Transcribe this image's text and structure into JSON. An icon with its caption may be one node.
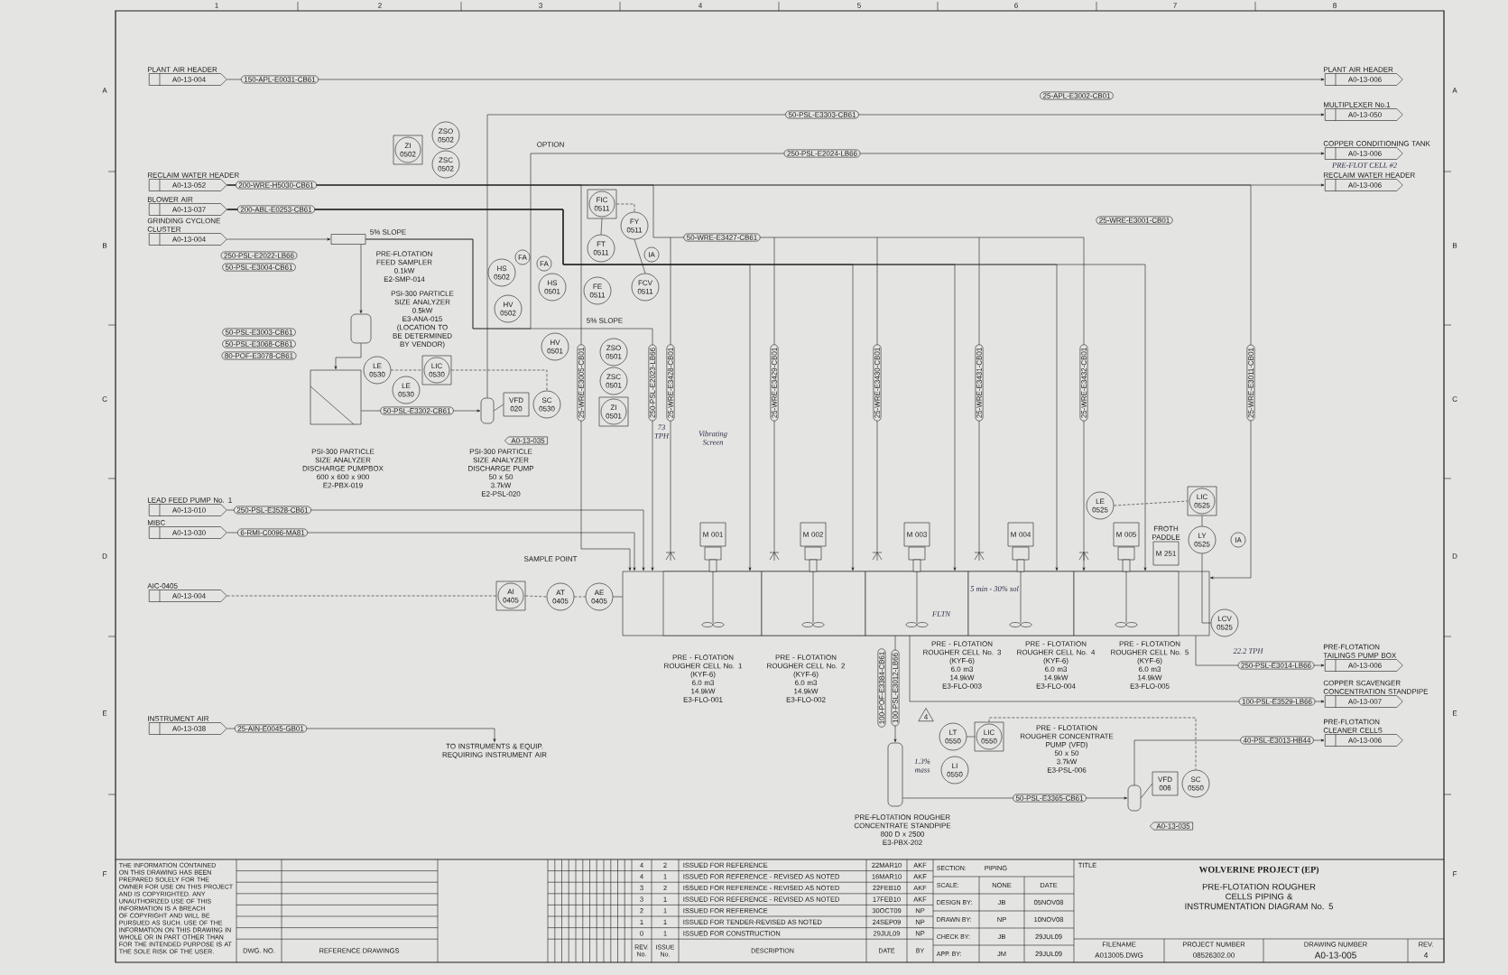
{
  "diagram": {
    "title": "WOLVERINE PROJECT (EP)",
    "nodes": [
      {
        "text": [
          "PLANT AIR HEADER",
          "A0-13-004"
        ]
      },
      {
        "text": [
          "RECLAIM WATER HEADER",
          "A0-13-052"
        ]
      },
      {
        "text": [
          "BLOWER AIR",
          "A0-13-037"
        ]
      },
      {
        "text": [
          "GRINDING CYCLONE CLUSTER",
          "A0-13-004"
        ]
      },
      {
        "text": [
          "LEAD FEED PUMP No. 1",
          "A0-13-010"
        ]
      },
      {
        "text": [
          "MIBC",
          "A0-13-030"
        ]
      },
      {
        "text": [
          "AIC-0405",
          "A0-13-004"
        ]
      },
      {
        "text": [
          "INSTRUMENT AIR",
          "A0-13-038"
        ]
      },
      {
        "text": [
          "PLANT AIR HEADER",
          "A0-13-006"
        ]
      },
      {
        "text": [
          "MULTIPLEXER No.1",
          "A0-13-050"
        ]
      },
      {
        "text": [
          "COPPER CONDITIONING TANK",
          "A0-13-006"
        ]
      },
      {
        "text": [
          "RECLAIM WATER HEADER",
          "A0-13-006"
        ]
      },
      {
        "text": [
          "PRE-FLOTATION TAILINGS PUMP BOX",
          "A0-13-006"
        ]
      },
      {
        "text": [
          "COPPER SCAVENGER CONCENTRATION STANDPIPE",
          "A0-13-007"
        ]
      },
      {
        "text": [
          "PRE-FLOTATION CLEANER CELLS",
          "A0-13-006"
        ]
      },
      {
        "text": [],
        "shape": "box",
        "beside": [
          "PRE-FLOTATION FEED SAMPLER",
          "0.1kW",
          "E2-SMP-014"
        ]
      },
      {
        "text": [],
        "shape": "cylinder",
        "beside": [
          "PSI-300 PARTICLE SIZE ANALYZER",
          "0.5kW",
          "E3-ANA-015",
          "(LOCATION TO BE DETERMINED BY VENDOR)"
        ]
      },
      {
        "text": [],
        "shape": "box",
        "beside": [
          "PSI-300 PARTICLE SIZE ANALYZER DISCHARGE PUMPBOX",
          "600 x 600 x 900",
          "E2-PBX-019"
        ]
      },
      {
        "text": [],
        "shape": "cylinder",
        "beside": [
          "PSI-300 PARTICLE SIZE ANALYZER DISCHARGE PUMP",
          "50 x 50",
          "3.7kW",
          "E2-PSL-020"
        ]
      },
      {
        "text": [],
        "shape": "box"
      },
      {
        "text": [],
        "shape": "box",
        "in": 19,
        "beside": [
          "PRE - FLOTATION ROUGHER CELL No. 1",
          "(KYF-6)",
          "6.0 m3",
          "14.9kW",
          "E3-FLO-001"
        ]
      },
      {
        "text": [],
        "shape": "box",
        "in": 19,
        "beside": [
          "PRE - FLOTATION ROUGHER CELL No. 2",
          "(KYF-6)",
          "6.0 m3",
          "14.9kW",
          "E3-FLO-002"
        ]
      },
      {
        "text": [],
        "shape": "box",
        "in": 19,
        "beside": [
          "PRE - FLOTATION ROUGHER CELL No. 3",
          "(KYF-6)",
          "6.0 m3",
          "14.9kW",
          "E3-FLO-003"
        ]
      },
      {
        "text": [],
        "shape": "box",
        "in": 19,
        "beside": [
          "PRE - FLOTATION ROUGHER CELL No. 4",
          "(KYF-6)",
          "6.0 m3",
          "14.9kW",
          "E3-FLO-004"
        ]
      },
      {
        "text": [],
        "shape": "box",
        "in": 19,
        "beside": [
          "PRE - FLOTATION ROUGHER CELL No. 5",
          "(KYF-6)",
          "6.0 m3",
          "14.9kW",
          "E3-FLO-005"
        ]
      },
      {
        "text": [
          "M 001"
        ]
      },
      {
        "text": [
          "M 002"
        ]
      },
      {
        "text": [
          "M 003"
        ]
      },
      {
        "text": [
          "M 004"
        ]
      },
      {
        "text": [
          "M 005"
        ]
      },
      {
        "text": [
          "M 251"
        ],
        "beside": [
          "FROTH PADDLE"
        ]
      },
      {
        "text": [],
        "shape": "cylinder",
        "beside": [
          "PRE-FLOTATION ROUGHER CONCENTRATE STANDPIPE",
          "800 D x 2500",
          "E3-PBX-202"
        ]
      },
      {
        "text": [],
        "shape": "cylinder",
        "beside": [
          "PRE - FLOTATION ROUGHER CONCENTRATE PUMP (VFD)",
          "50 x 50",
          "3.7kW",
          "E3-PSL-006"
        ]
      },
      {
        "text": [
          "ZI 0502"
        ]
      },
      {
        "text": [
          "ZSO 0502"
        ]
      },
      {
        "text": [
          "ZSC 0502"
        ]
      },
      {
        "text": [
          "HS 0502"
        ]
      },
      {
        "text": [
          "HV 0502"
        ]
      },
      {
        "text": [
          "HS 0501"
        ]
      },
      {
        "text": [
          "HV 0501"
        ]
      },
      {
        "text": [
          "FIC 0511"
        ]
      },
      {
        "text": [
          "FT 0511"
        ]
      },
      {
        "text": [
          "FE 0511"
        ]
      },
      {
        "text": [
          "FY 0511"
        ]
      },
      {
        "text": [
          "FCV 0511"
        ]
      },
      {
        "text": [
          "LE 0530"
        ]
      },
      {
        "text": [
          "LE 0530"
        ]
      },
      {
        "text": [
          "LIC 0530"
        ]
      },
      {
        "text": [
          "VFD 020"
        ]
      },
      {
        "text": [
          "SC 0530"
        ]
      },
      {
        "text": [
          "ZSO 0501"
        ]
      },
      {
        "text": [
          "ZSC 0501"
        ]
      },
      {
        "text": [
          "ZI 0501"
        ]
      },
      {
        "text": [
          "AI 0405"
        ]
      },
      {
        "text": [
          "AT 0405"
        ]
      },
      {
        "text": [
          "AE 0405"
        ]
      },
      {
        "text": [
          "LE 0525"
        ]
      },
      {
        "text": [
          "LIC 0525"
        ]
      },
      {
        "text": [
          "LY 0525"
        ]
      },
      {
        "text": [
          "LCV 0525"
        ]
      },
      {
        "text": [
          "LT 0550"
        ]
      },
      {
        "text": [
          "LIC 0550"
        ]
      },
      {
        "text": [
          "LI 0550"
        ]
      },
      {
        "text": [
          "VFD 006"
        ]
      },
      {
        "text": [
          "SC 0550"
        ]
      },
      {
        "text": [
          "IA"
        ]
      },
      {
        "text": [
          "IA"
        ]
      },
      {
        "text": [
          "FA"
        ]
      },
      {
        "text": [
          "FA"
        ]
      },
      {
        "text": [
          "TO INSTRUMENTS & EQUIP. REQUIRING INSTRUMENT AIR"
        ]
      }
    ],
    "edges": [
      {
        "from": 0,
        "to": 8,
        "arrow": "to",
        "label": "150-APL-E0031-CB61"
      },
      {
        "from": 1,
        "to": 11,
        "arrow": "to",
        "label": "200-WRE-H5030-CB61"
      },
      {
        "from": 2,
        "to": 24,
        "arrow": "to",
        "label": "200-ABL-E0253-CB61"
      },
      {
        "from": 3,
        "to": 15,
        "arrow": "to"
      },
      {
        "from": 15,
        "to": 19,
        "arrow": "to",
        "label": "250-PSL-E2023-LB66"
      },
      {
        "from": 15,
        "to": 16,
        "arrow": "to"
      },
      {
        "from": 16,
        "to": 17,
        "arrow": "to"
      },
      {
        "from": 17,
        "to": 18,
        "arrow": "to",
        "label": "50-PSL-E3302-CB61"
      },
      {
        "from": 18,
        "to": 9,
        "arrow": "to",
        "label": "50-PSL-E3303-CB61"
      },
      {
        "from": 15,
        "to": 10,
        "arrow": "to",
        "label": "250-PSL-E2024-LB66"
      },
      {
        "from": 1,
        "to": 19,
        "arrow": "to",
        "label": "50-WRE-E3427-CB61"
      },
      {
        "from": 4,
        "to": 19,
        "arrow": "to",
        "label": "250-PSL-E3528-CB61"
      },
      {
        "from": 5,
        "to": 19,
        "arrow": "to",
        "label": "6-RMI-C0096-MA81"
      },
      {
        "from": 6,
        "to": 53,
        "arrow": "none",
        "style": "dashed"
      },
      {
        "from": 53,
        "to": 54,
        "arrow": "none",
        "style": "dashed"
      },
      {
        "from": 54,
        "to": 55,
        "arrow": "none",
        "style": "dashed"
      },
      {
        "from": 55,
        "to": 19,
        "arrow": "none"
      },
      {
        "from": 19,
        "to": 12,
        "arrow": "to",
        "label": "250-PSL-E3014-LB66"
      },
      {
        "from": 19,
        "to": 31,
        "arrow": "to",
        "label": "100-PSL-E3012-LB66"
      },
      {
        "from": 19,
        "to": 13,
        "arrow": "to",
        "label": "100-PSL-E3529-LB66"
      },
      {
        "from": 31,
        "to": 32,
        "arrow": "to",
        "label": "50-PSL-E3365-CB61"
      },
      {
        "from": 32,
        "to": 14,
        "arrow": "to",
        "label": "40-PSL-E3013-HB44"
      },
      {
        "from": 7,
        "to": 69,
        "arrow": "to",
        "label": "25-AIN-E0045-GB01"
      },
      {
        "from": 45,
        "to": 47,
        "arrow": "none",
        "style": "dashed"
      },
      {
        "from": 47,
        "to": 49,
        "arrow": "none",
        "style": "dashed"
      },
      {
        "from": 56,
        "to": 57,
        "arrow": "none",
        "style": "dashed"
      },
      {
        "from": 57,
        "to": 58,
        "arrow": "none"
      },
      {
        "from": 60,
        "to": 61,
        "arrow": "none"
      },
      {
        "from": 61,
        "to": 64,
        "arrow": "none",
        "style": "dashed"
      },
      {
        "from": 40,
        "to": 43,
        "arrow": "none",
        "style": "dashed"
      },
      {
        "from": 41,
        "to": 40,
        "arrow": "none"
      },
      {
        "from": 43,
        "to": 44,
        "arrow": "none"
      },
      {
        "from": 48,
        "to": 18,
        "arrow": "none"
      },
      {
        "from": 63,
        "to": 32,
        "arrow": "none"
      },
      {
        "from": 58,
        "to": 59,
        "arrow": "none"
      },
      {
        "from": 2,
        "to": 20,
        "arrow": "to"
      },
      {
        "from": 2,
        "to": 21,
        "arrow": "to"
      },
      {
        "from": 2,
        "to": 22,
        "arrow": "to"
      },
      {
        "from": 2,
        "to": 23,
        "arrow": "to"
      },
      {
        "from": 1,
        "to": 19,
        "arrow": "to"
      },
      {
        "from": 1,
        "to": 19,
        "arrow": "to"
      }
    ],
    "labels": [
      "250-PSL-E2022-LB66",
      "50-PSL-E3004-CB61",
      "50-PSL-E3003-CB61",
      "50-PSL-E3068-CB61",
      "80-POF-E3078-CB61",
      "25-APL-E3002-CB01",
      "25-WRE-E3001-CB01",
      "25-WRE-E3005-CB01",
      "25-WRE-E3428-CB01",
      "25-WRE-E3429-CB01",
      "25-WRE-E3430-CB01",
      "25-WRE-E3431-CB01",
      "25-WRE-E3432-CB01",
      "25-WRE-E3011-CB01",
      "100-POF-E3384-CB61",
      "A0-13-035",
      "A0-13-035",
      "OPTION",
      "5% SLOPE",
      "5% SLOPE",
      "SAMPLE POINT",
      "Vibrating Screen",
      "73 TPH",
      "5 min - 30% sol",
      "FLTN",
      "22.2 TPH",
      "PRE-FLOT CELL #2",
      "1.3% mass",
      "4",
      "THE INFORMATION CONTAINED ON THIS DRAWING HAS BEEN PREPARED SOLELY FOR THE OWNER FOR USE ON THIS PROJECT AND IS COPYRIGHTED. ANY UNAUTHORIZED USE OF THIS INFORMATION IS A BREACH OF COPYRIGHT AND WILL BE PURSUED AS SUCH. USE OF THE INFORMATION ON THIS DRAWING IN WHOLE OR IN PART OTHER THAN FOR THE INTENDED PURPOSE IS AT THE SOLE RISK OF THE USER.",
      "DWG. NO.",
      "REFERENCE DRAWINGS",
      "4",
      "2",
      "ISSUED FOR REFERENCE",
      "22MAR10",
      "AKF",
      "4",
      "1",
      "ISSUED FOR REFERENCE - REVISED AS NOTED",
      "16MAR10",
      "AKF",
      "3",
      "2",
      "ISSUED FOR REFERENCE - REVISED AS NOTED",
      "22FEB10",
      "AKF",
      "3",
      "1",
      "ISSUED FOR REFERENCE - REVISED AS NOTED",
      "17FEB10",
      "AKF",
      "2",
      "1",
      "ISSUED FOR REFERENCE",
      "30OCT09",
      "NP",
      "1",
      "1",
      "ISSUED FOR TENDER-REVISED AS NOTED",
      "24SEP09",
      "NP",
      "0",
      "1",
      "ISSUED FOR CONSTRUCTION",
      "29JUL09",
      "NP",
      "REV. No.",
      "ISSUE No.",
      "DESCRIPTION",
      "DATE",
      "BY",
      "SECTION:",
      "PIPING",
      "SCALE:",
      "NONE",
      "DATE",
      "DESIGN BY:",
      "JB",
      "05NOV08",
      "DRAWN BY:",
      "NP",
      "10NOV08",
      "CHECK BY:",
      "JB",
      "29JUL09",
      "APP. BY:",
      "JM",
      "29JUL09",
      "TITLE",
      "PRE-FLOTATION ROUGHER CELLS PIPING & INSTRUMENTATION DIAGRAM No. 5",
      "FILENAME",
      "A013005.DWG",
      "PROJECT NUMBER",
      "08526302.00",
      "DRAWING NUMBER",
      "A0-13-005",
      "REV.",
      "4",
      "1",
      "2",
      "3",
      "4",
      "5",
      "6",
      "7",
      "8",
      "A",
      "B",
      "C",
      "D",
      "E",
      "F",
      "A",
      "B",
      "C",
      "D",
      "E",
      "F"
    ]
  }
}
